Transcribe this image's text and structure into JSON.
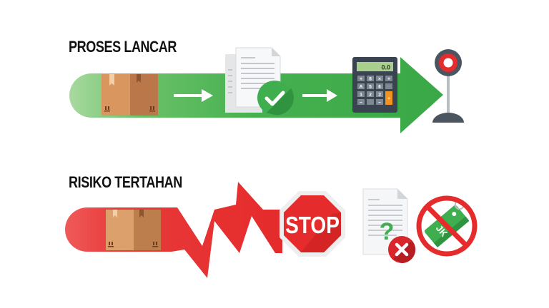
{
  "sections": {
    "smooth": {
      "title": "PROSES LANCAR",
      "color": "#3fae4f",
      "steps": [
        "box-icon",
        "arrow-right-icon",
        "approved-document-icon",
        "arrow-right-icon",
        "calculator-icon",
        "finish-flag-icon"
      ]
    },
    "risk": {
      "title": "RISIKO TERTAHAN",
      "color": "#e52b2b",
      "steps": [
        "box-icon",
        "zigzag-break-icon",
        "stop-sign-icon",
        "questioned-document-icon",
        "no-tag-icon"
      ]
    }
  },
  "calculator": {
    "display": "0.0",
    "keys": [
      "+",
      "8",
      "×",
      "+",
      "A",
      "5",
      "6",
      "",
      "1",
      "2",
      "3",
      "+",
      "−",
      "",
      "−"
    ]
  },
  "stop_sign": {
    "label": "STOP"
  },
  "document_question": {
    "mark": "?"
  },
  "tag": {
    "label": "JK"
  }
}
